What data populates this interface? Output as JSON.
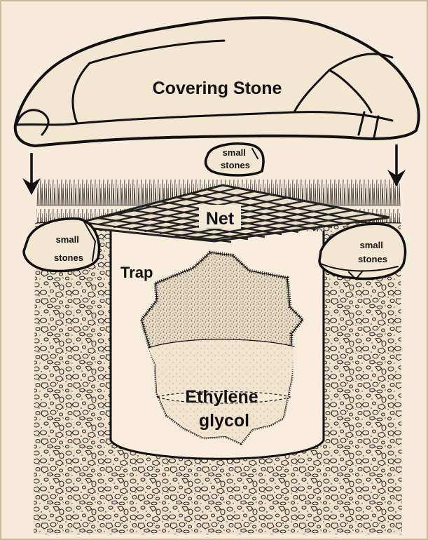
{
  "labels": {
    "covering_stone": "Covering Stone",
    "small_stones_top": [
      "small",
      "stones"
    ],
    "small_stones_left": [
      "small",
      "stones"
    ],
    "small_stones_right": [
      "small",
      "stones"
    ],
    "net": "Net",
    "trap": "Trap",
    "ethylene_glycol": [
      "Ethylene",
      "glycol"
    ]
  },
  "colors": {
    "background": "#f7ecdc",
    "ink": "#111111",
    "stone_fill": "#f3e7d4",
    "soil_fill": "#efe2cc",
    "cup_stipple": "#d8cbb3",
    "liquid": "#f6ead6"
  }
}
